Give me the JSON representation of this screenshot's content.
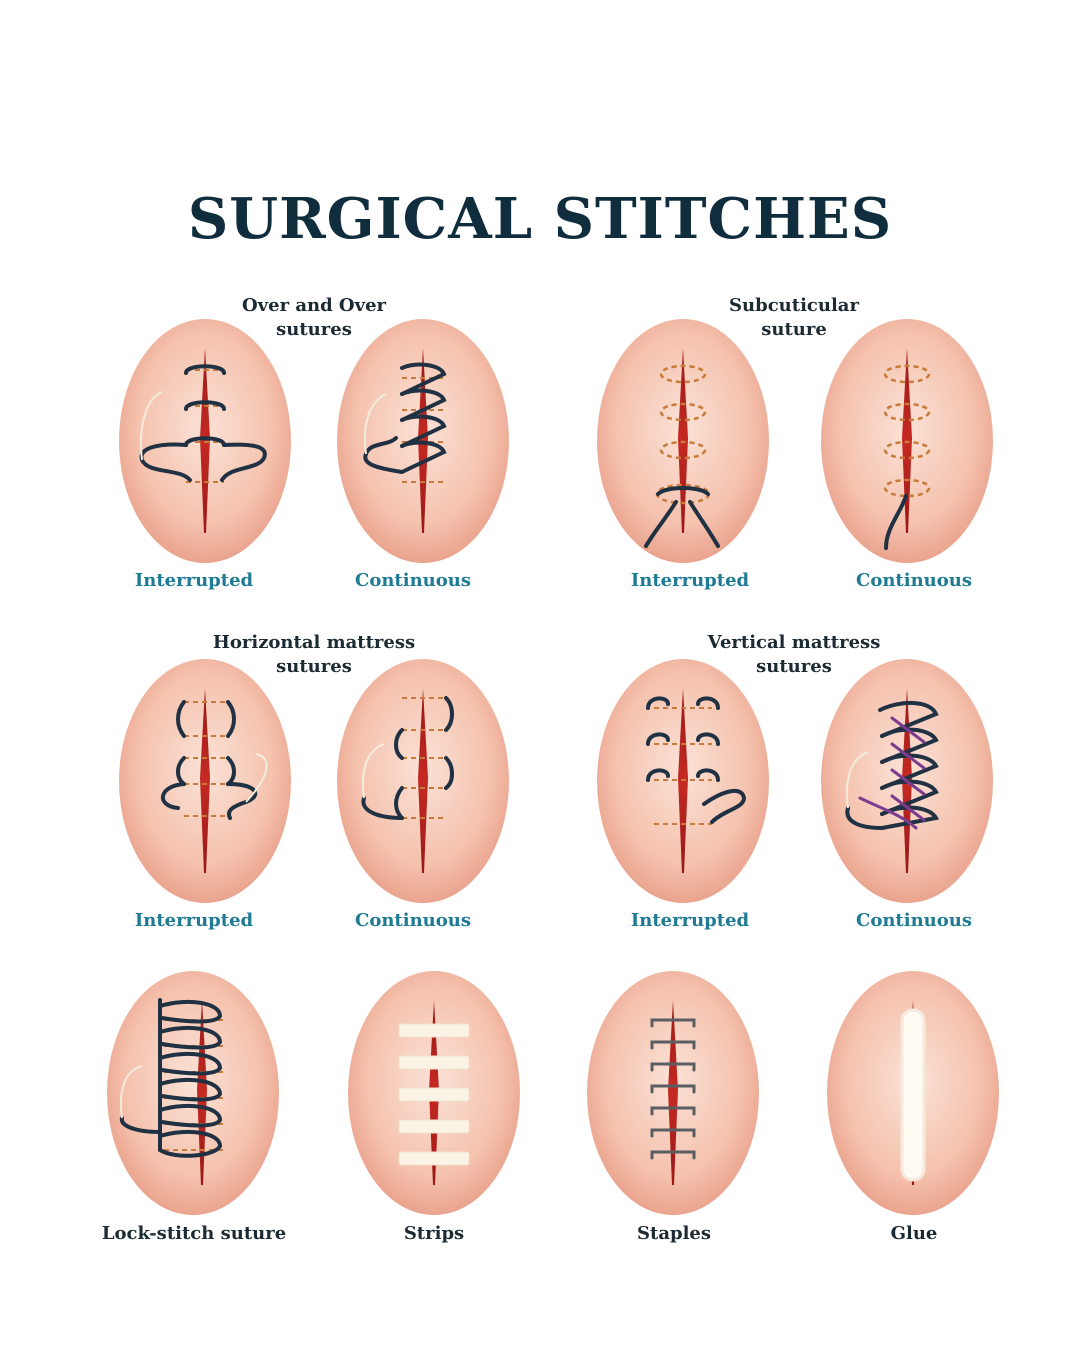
{
  "title": "SURGICAL STITCHES",
  "groups": [
    {
      "line1": "Over and Over",
      "line2": "sutures"
    },
    {
      "line1": "Subcuticular",
      "line2": "suture"
    },
    {
      "line1": "Horizontal mattress",
      "line2": "sutures"
    },
    {
      "line1": "Vertical mattress",
      "line2": "sutures"
    }
  ],
  "labels": {
    "r1": [
      "Interrupted",
      "Continuous",
      "Interrupted",
      "Continuous"
    ],
    "r2": [
      "Interrupted",
      "Continuous",
      "Interrupted",
      "Continuous"
    ],
    "r3": [
      "Lock-stitch suture",
      "Strips",
      "Staples",
      "Glue"
    ]
  },
  "colors": {
    "title": "#102d3e",
    "sublabel": "#1f7a93",
    "skin_light": "#fbe2d6",
    "skin_dark": "#e69a83",
    "wound": "#b01e1e",
    "thread": "#1f3142",
    "dashed_stitch": "#c77a3a",
    "purple_thread": "#7b3c8e"
  }
}
